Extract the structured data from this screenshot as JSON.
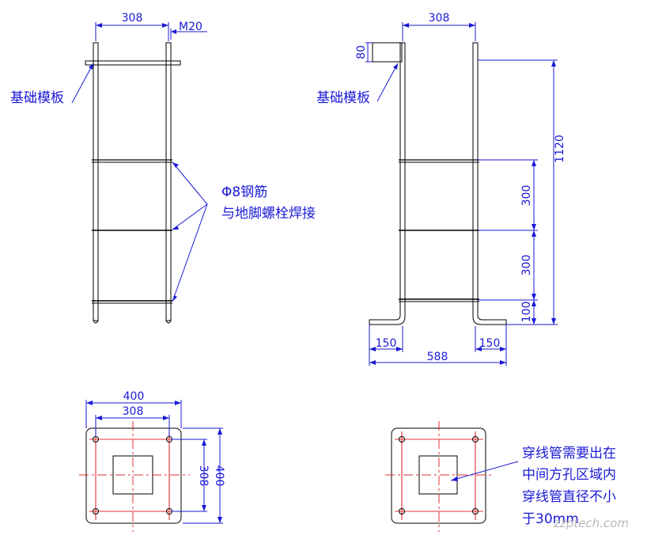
{
  "dimensions": {
    "front_width": "308",
    "front_bolt": "M20",
    "side_width": "308",
    "side_top": "80",
    "side_total_height": "1120",
    "side_spacing_1": "300",
    "side_spacing_2": "300",
    "side_bottom": "100",
    "foot_left": "150",
    "foot_right": "150",
    "base_total": "588",
    "plan_outer_h": "400",
    "plan_inner_h": "308",
    "plan_inner_v": "308",
    "plan_outer_v": "400"
  },
  "labels": {
    "template_front": "基础模板",
    "template_side": "基础模板",
    "rebar_line1": "Φ8钢筋",
    "rebar_line2": "与地脚螺栓焊接",
    "conduit_line1": "穿线管需要出在",
    "conduit_line2": "中间方孔区域内",
    "conduit_line3": "穿线管直径不小",
    "conduit_line4": "于30mm"
  },
  "watermark": "zzptech.com",
  "colors": {
    "line": "#000000",
    "dimension": "#1a1ad6",
    "centerline": "#e53030",
    "background": "#ffffff"
  }
}
